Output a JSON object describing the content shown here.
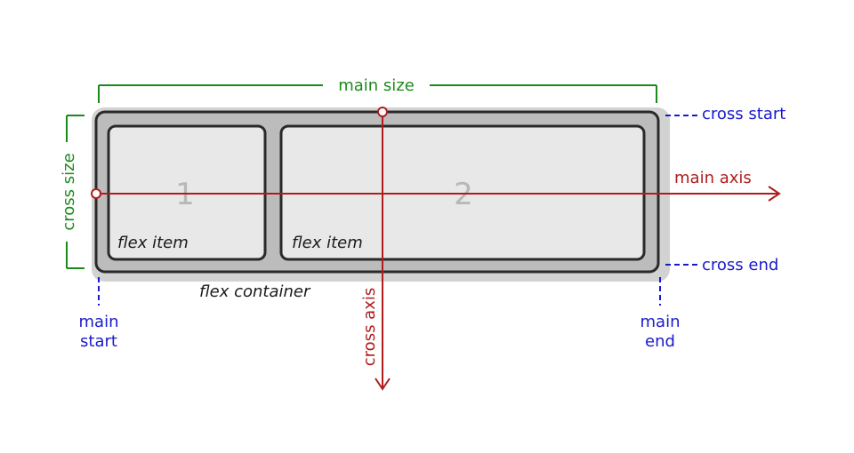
{
  "labels": {
    "main_size": "main size",
    "cross_size": "cross size",
    "main_axis": "main axis",
    "cross_axis": "cross axis",
    "cross_start": "cross start",
    "cross_end": "cross end",
    "main_start_line1": "main",
    "main_start_line2": "start",
    "main_end_line1": "main",
    "main_end_line2": "end",
    "flex_container": "flex container"
  },
  "items": [
    {
      "number": "1",
      "label": "flex item"
    },
    {
      "number": "2",
      "label": "flex item"
    }
  ],
  "colors": {
    "main_size": "#1a8a1a",
    "axis": "#b01c1c",
    "edge_labels": "#1a1acc",
    "container_outline": "#2a2a2a",
    "item_fill": "#e8e8e8",
    "container_shadow": "#cfcfcf"
  }
}
